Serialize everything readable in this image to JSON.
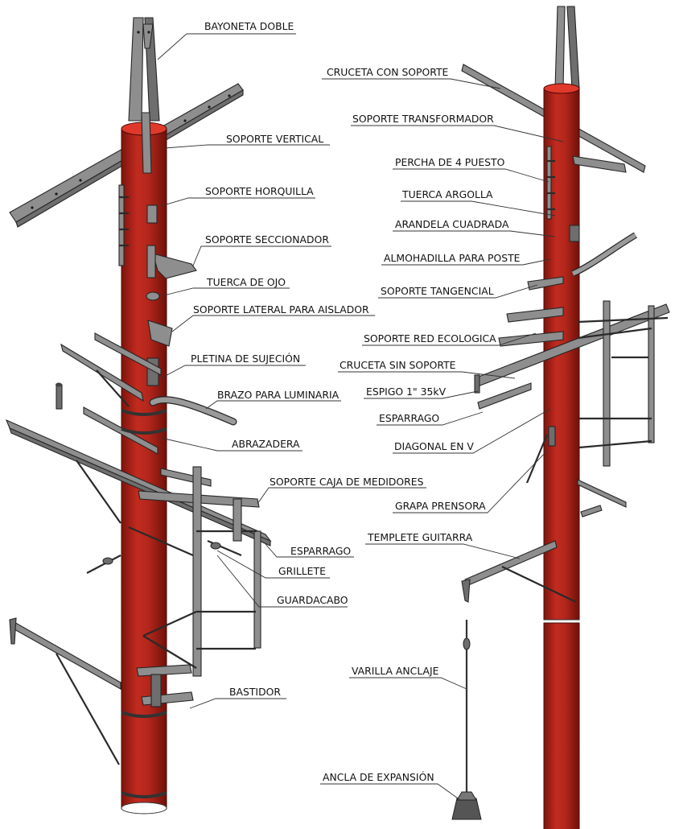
{
  "figure": {
    "labels_left": [
      "BAYONETA DOBLE",
      "SOPORTE VERTICAL",
      "SOPORTE HORQUILLA",
      "SOPORTE SECCIONADOR",
      "TUERCA DE OJO",
      "SOPORTE LATERAL PARA AISLADOR",
      "PLETINA DE SUJECIÓN",
      "BRAZO PARA LUMINARIA",
      "ABRAZADERA",
      "SOPORTE CAJA DE MEDIDORES",
      "ESPARRAGO",
      "GRILLETE",
      "GUARDACABO",
      "BASTIDOR"
    ],
    "labels_right": [
      "CRUCETA CON SOPORTE",
      "SOPORTE TRANSFORMADOR",
      "PERCHA DE 4 PUESTO",
      "TUERCA ARGOLLA",
      "ARANDELA CUADRADA",
      "ALMOHADILLA PARA POSTE",
      "SOPORTE TANGENCIAL",
      "SOPORTE RED ECOLOGICA",
      "CRUCETA SIN SOPORTE",
      "ESPIGO 1\" 35kV",
      "ESPARRAGO",
      "DIAGONAL EN V",
      "GRAPA PRENSORA",
      "TEMPLETE GUITARRA",
      "VARILLA ANCLAJE",
      "ANCLA DE EXPANSIÓN"
    ]
  },
  "colors": {
    "pole": "#b3261c",
    "pole_shade": "#7e140d",
    "pole_top": "#e0392c",
    "metal": "#8e8e8e",
    "outline": "#262626"
  }
}
